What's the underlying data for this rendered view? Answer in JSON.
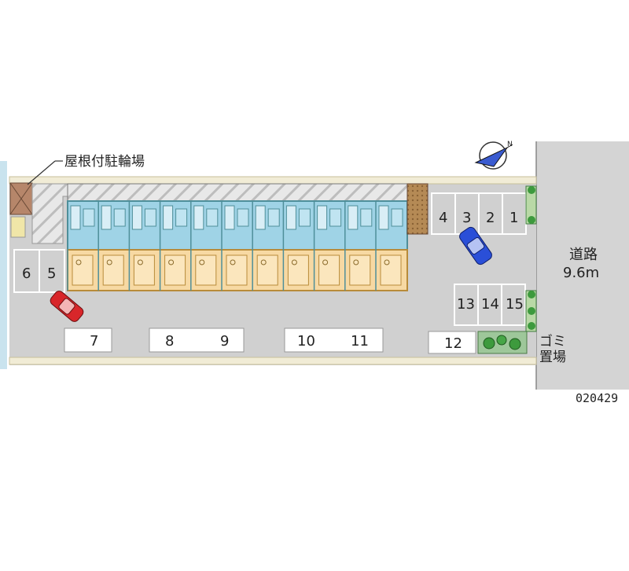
{
  "map": {
    "bike_shelter_label": "屋根付駐輪場",
    "road": {
      "label": "道路",
      "width": "9.6m"
    },
    "garbage_label_line1": "ゴミ",
    "garbage_label_line2": "置場",
    "code": "020429",
    "parking_spaces": [
      "1",
      "2",
      "3",
      "4",
      "5",
      "6",
      "7",
      "8",
      "9",
      "10",
      "11",
      "12",
      "13",
      "14",
      "15"
    ],
    "colors": {
      "lot": "#d0d0d0",
      "road": "#d4d4d4",
      "building_upper": "#9fd3e6",
      "building_lower": "#f7d9a3",
      "building_roof": "#4f8f9a",
      "greenery": "#3d9a3d",
      "car_red": "#d8262a",
      "car_blue": "#2a4fd8"
    },
    "icons": [
      "compass-icon",
      "red-car-icon",
      "blue-car-icon",
      "tree-icon"
    ]
  }
}
